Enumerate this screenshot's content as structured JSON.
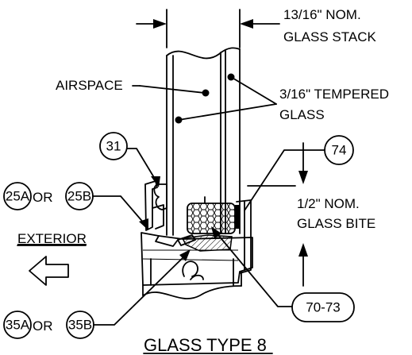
{
  "labels": {
    "glass_stack_1": "13/16\" NOM.",
    "glass_stack_2": "GLASS STACK",
    "airspace": "AIRSPACE",
    "tempered_1": "3/16\" TEMPERED",
    "tempered_2": "GLASS",
    "bite_1": "1/2\" NOM.",
    "bite_2": "GLASS BITE",
    "exterior": "EXTERIOR",
    "or_1": "OR",
    "or_2": "OR",
    "title": "GLASS TYPE 8"
  },
  "callouts": {
    "c31": "31",
    "c74": "74",
    "c25a": "25A",
    "c25b": "25B",
    "c35a": "35A",
    "c35b": "35B",
    "c7073": "70-73"
  }
}
